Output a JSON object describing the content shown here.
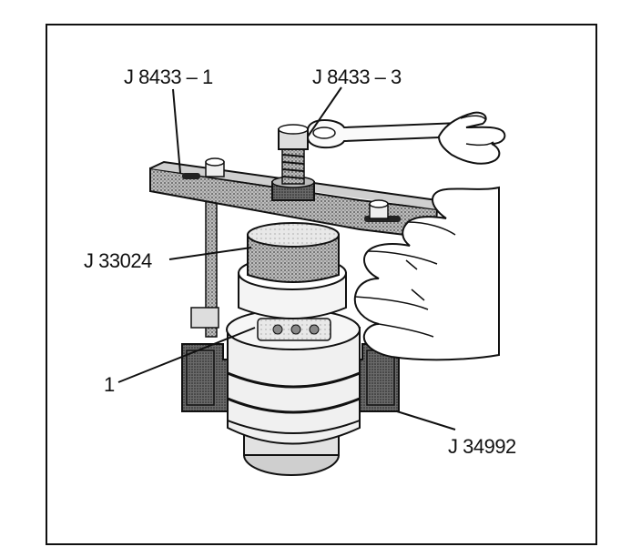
{
  "labels": {
    "tool_bar": "J 8433 – 1",
    "forcing_screw": "J 8433 – 3",
    "adapter": "J 33024",
    "component": "1",
    "holding_fixture": "J 34992"
  },
  "colors": {
    "ink": "#111111",
    "stipple": "#8a8a8a",
    "light": "#d9d9d9",
    "paper": "#ffffff"
  }
}
